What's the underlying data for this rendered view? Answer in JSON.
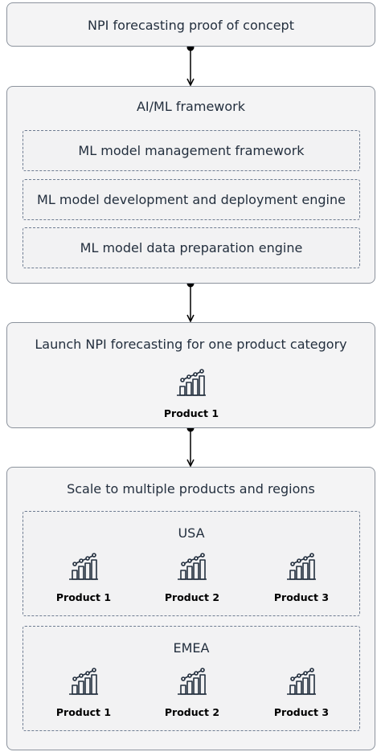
{
  "diagram": {
    "top_box": {
      "title": "NPI forecasting proof of concept"
    },
    "framework": {
      "title": "AI/ML framework",
      "items": [
        {
          "label": "ML model management framework"
        },
        {
          "label": "ML model development and deployment engine"
        },
        {
          "label": "ML model data preparation engine"
        }
      ]
    },
    "launch": {
      "title": "Launch NPI forecasting for one product category",
      "product": {
        "label": "Product 1",
        "icon": "bar-chart-trend-icon"
      }
    },
    "scale": {
      "title": "Scale to multiple products and regions",
      "regions": [
        {
          "name": "USA",
          "products": [
            {
              "label": "Product 1",
              "icon": "bar-chart-trend-icon"
            },
            {
              "label": "Product 2",
              "icon": "bar-chart-trend-icon"
            },
            {
              "label": "Product 3",
              "icon": "bar-chart-trend-icon"
            }
          ]
        },
        {
          "name": "EMEA",
          "products": [
            {
              "label": "Product 1",
              "icon": "bar-chart-trend-icon"
            },
            {
              "label": "Product 2",
              "icon": "bar-chart-trend-icon"
            },
            {
              "label": "Product 3",
              "icon": "bar-chart-trend-icon"
            }
          ]
        }
      ]
    },
    "colors": {
      "box_border": "#8c939d",
      "box_fill": "#f4f4f5",
      "dashed_border": "#6e7c91",
      "text": "#232f3e",
      "arrow": "#000000"
    }
  }
}
